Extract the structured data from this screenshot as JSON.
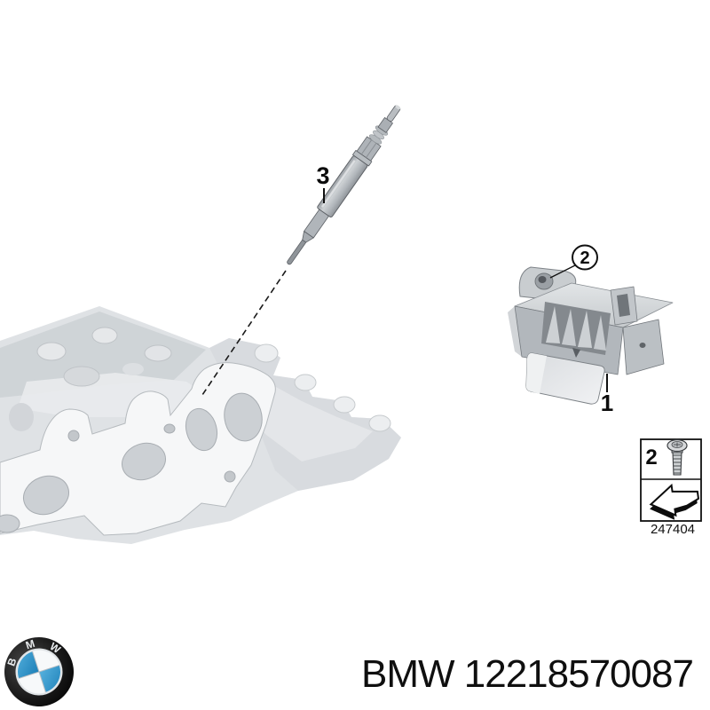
{
  "page": {
    "background_color": "#ffffff"
  },
  "footer": {
    "part_number_text": "BMW 12218570087"
  },
  "logo": {
    "name": "bmw-roundel",
    "letters": [
      "B",
      "M",
      "W"
    ],
    "blue_color": "#2d9bd4",
    "ring_color": "#161616"
  },
  "callouts": {
    "control_unit_label": "1",
    "screw_callout_label": "2",
    "glow_plug_label": "3"
  },
  "inset": {
    "item_label": "2",
    "diagram_number": "247404"
  },
  "icons": {
    "screw": "pan-head-screw-icon",
    "arrow": "direction-arrow-icon",
    "logo": "bmw-roundel-icon"
  },
  "colors": {
    "line_black": "#111111",
    "engine_gray": "#dfe2e5",
    "gasket_white": "#f6f7f8",
    "part_gray": "#b2b7bc"
  }
}
